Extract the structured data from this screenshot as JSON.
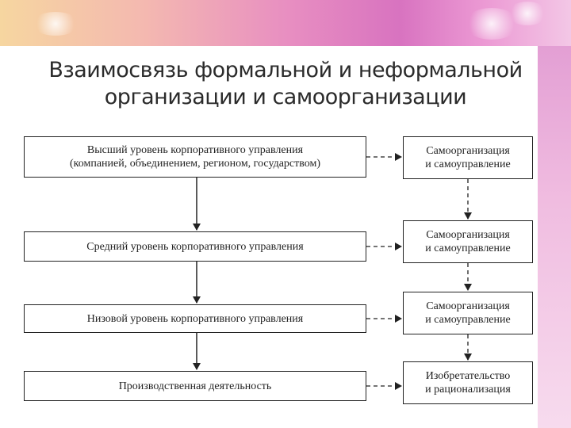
{
  "title": {
    "line1": "Взаимосвязь формальной и неформальной",
    "line2": "организации и самоорганизации"
  },
  "levels": [
    {
      "left_line1": "Высший уровень корпоративного управления",
      "left_line2": "(компанией, объединением, регионом, государством)",
      "right_line1": "Самоорганизация",
      "right_line2": "и самоуправление"
    },
    {
      "left_line1": "Средний уровень корпоративного управления",
      "right_line1": "Самоорганизация",
      "right_line2": "и самоуправление"
    },
    {
      "left_line1": "Низовой уровень корпоративного управления",
      "right_line1": "Самоорганизация",
      "right_line2": "и самоуправление"
    },
    {
      "left_line1": "Производственная деятельность",
      "right_line1": "Изобретательство",
      "right_line2": "и рационализация"
    }
  ],
  "colors": {
    "line": "#222222",
    "title": "#2b2b2b"
  }
}
